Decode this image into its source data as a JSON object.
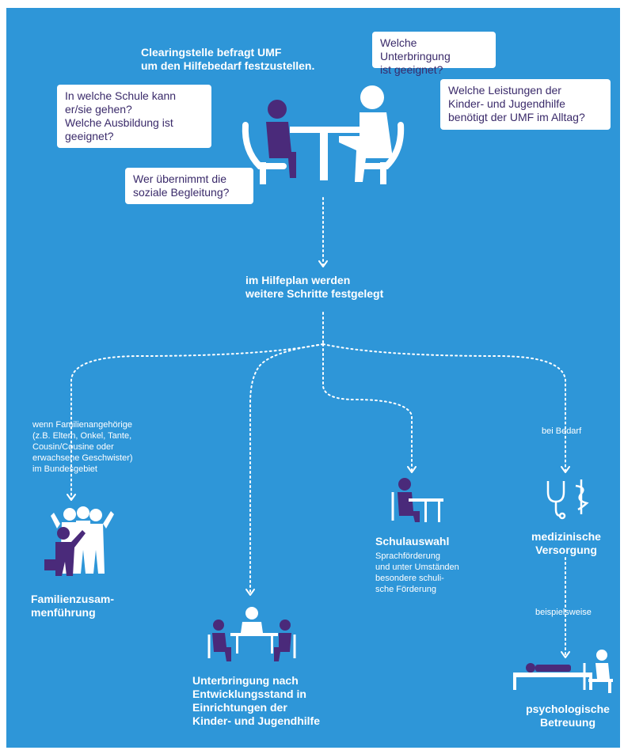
{
  "intro": "Clearingstelle befragt UMF\num den Hilfebedarf festzustellen.",
  "bubbles": {
    "school": "In welche Schule kann\ner/sie gehen?\nWelche Ausbildung ist\ngeeignet?",
    "accommodation": "Welche Unterbringung\nist geeignet?",
    "services": "Welche Leistungen der\nKinder- und Jugendhilfe\nbenötigt der UMF im Alltag?",
    "social": "Wer übernimmt die\nsoziale Begleitung?"
  },
  "hilfeplan": "im Hilfeplan werden\nweitere Schritte festgelegt",
  "branches": {
    "family_condition": "wenn Familienangehörige\n(z.B. Eltern, Onkel, Tante,\nCousin/Cousine oder\n erwachsene Geschwister)\nim Bundesgebiet",
    "family_title": "Familienzusam-\nmenführung",
    "housing_title": "Unterbringung nach\nEntwicklungsstand in\nEinrichtungen der\nKinder- und Jugendhilfe",
    "school_title": "Schulauswahl",
    "school_detail": "Sprachförderung\nund unter Umständen\nbesondere schuli-\nsche Förderung",
    "medical_condition": "bei Bedarf",
    "medical_title": "medizinische\nVersorgung",
    "medical_example": "beispielsweise",
    "psych_title": "psychologische\nBetreuung"
  },
  "colors": {
    "background": "#2e96d8",
    "person_dark": "#4a2a7a",
    "person_light": "#ffffff",
    "bubble_text": "#3a2a6a"
  }
}
